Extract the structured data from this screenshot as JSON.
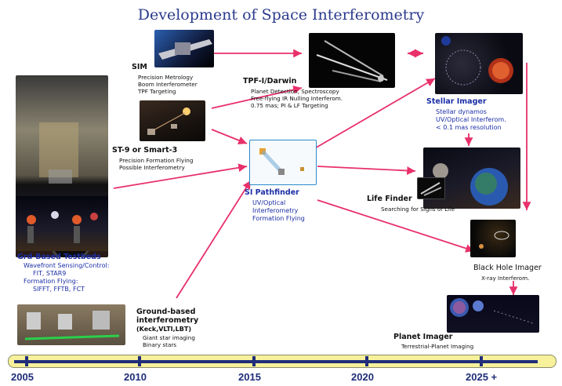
{
  "title": "Development of Space Interferometry",
  "nodes": {
    "sim": {
      "label": "SIM",
      "details": [
        "Precision Metrology",
        "Boom Interferometer",
        "TPF Targeting"
      ]
    },
    "tpf": {
      "label": "TPF-I/Darwin",
      "details": [
        "Planet Detection, Spectroscopy",
        "Free-flying IR Nulling Interferom.",
        "0.75 mas; PI & LF Targeting"
      ]
    },
    "stellar": {
      "label": "Stellar Imager",
      "details": [
        "Stellar dynamos",
        "UV/Optical Interferom.",
        "< 0.1 mas resolution"
      ]
    },
    "st9": {
      "label": "ST-9 or Smart-3",
      "details": [
        "Precision Formation Flying",
        "Possible Interferometry"
      ]
    },
    "si": {
      "label": "SI Pathfinder",
      "details": [
        "UV/Optical",
        "Interferometry",
        "Formation Flying"
      ]
    },
    "life": {
      "label": "Life Finder",
      "details": [
        "Searching for Signs of Life"
      ]
    },
    "grd": {
      "label": "Grd-Based Testbeds",
      "details": [
        "Wavefront Sensing/Control:",
        "FIT, STAR9",
        "Formation Flying:",
        "SIFFT, FFTB, FCT"
      ]
    },
    "ground": {
      "label": "Ground-based",
      "label2": "interferometry",
      "label3": "(Keck,VLTI,LBT)",
      "details": [
        "Giant star imaging",
        "Binary stars"
      ]
    },
    "blackhole": {
      "label": "Black Hole Imager",
      "details": [
        "X-ray Interferom."
      ]
    },
    "planet": {
      "label": "Planet Imager",
      "details": [
        "Terrestrial-Planet Imaging"
      ]
    }
  },
  "timeline": [
    "2005",
    "2010",
    "2015",
    "2020",
    "2025 +"
  ],
  "colors": {
    "title": "#2b3a8c",
    "arrow": "#e8306a",
    "timeline_bar": "#f6f19a",
    "axis": "#1f2d7a",
    "blue_text": "#1b2ea6"
  }
}
